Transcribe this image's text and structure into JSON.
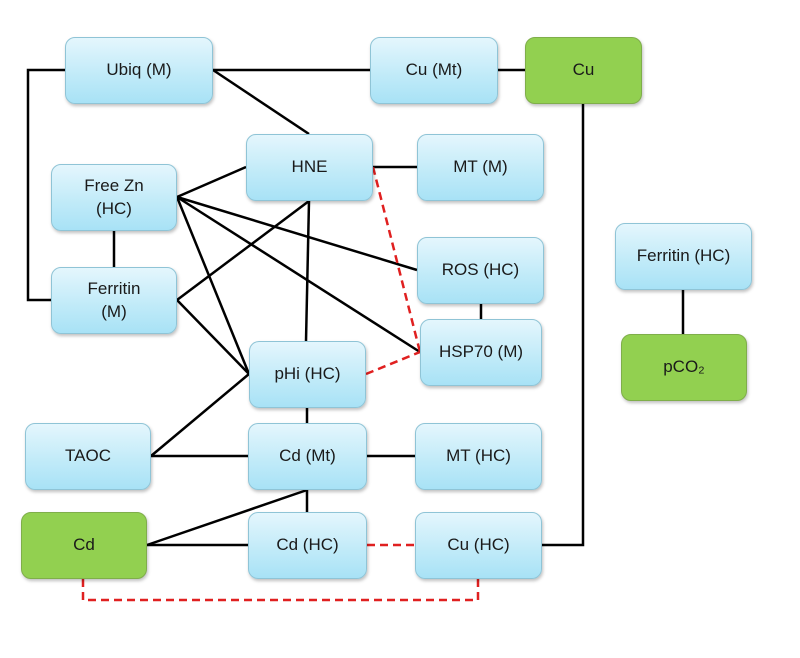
{
  "diagram": {
    "nodes": [
      {
        "id": "ubiq_m",
        "label": "Ubiq (M)",
        "type": "blue"
      },
      {
        "id": "cu_mt",
        "label": "Cu (Mt)",
        "type": "blue"
      },
      {
        "id": "cu",
        "label": "Cu",
        "type": "green"
      },
      {
        "id": "hne",
        "label": "HNE",
        "type": "blue"
      },
      {
        "id": "mt_m",
        "label": "MT (M)",
        "type": "blue"
      },
      {
        "id": "free_zn_hc",
        "label": "Free Zn (HC)",
        "type": "blue"
      },
      {
        "id": "ferritin_m",
        "label": "Ferritin (M)",
        "type": "blue"
      },
      {
        "id": "ros_hc",
        "label": "ROS (HC)",
        "type": "blue"
      },
      {
        "id": "hsp70_m",
        "label": "HSP70 (M)",
        "type": "blue"
      },
      {
        "id": "phi_hc",
        "label": "pHi (HC)",
        "type": "blue"
      },
      {
        "id": "ferritin_hc",
        "label": "Ferritin (HC)",
        "type": "blue"
      },
      {
        "id": "pco2",
        "label": "pCO₂",
        "type": "green"
      },
      {
        "id": "taoc",
        "label": "TAOC",
        "type": "blue"
      },
      {
        "id": "cd_mt",
        "label": "Cd (Mt)",
        "type": "blue"
      },
      {
        "id": "mt_hc",
        "label": "MT (HC)",
        "type": "blue"
      },
      {
        "id": "cd",
        "label": "Cd",
        "type": "green"
      },
      {
        "id": "cd_hc",
        "label": "Cd (HC)",
        "type": "blue"
      },
      {
        "id": "cu_hc",
        "label": "Cu (HC)",
        "type": "blue"
      }
    ],
    "edges": [
      {
        "from": "ubiq_m",
        "to": "cu_mt",
        "style": "solid"
      },
      {
        "from": "cu_mt",
        "to": "cu",
        "style": "solid"
      },
      {
        "from": "ubiq_m",
        "to": "hne",
        "style": "solid"
      },
      {
        "from": "ubiq_m",
        "to": "ferritin_m",
        "style": "solid"
      },
      {
        "from": "hne",
        "to": "mt_m",
        "style": "solid"
      },
      {
        "from": "free_zn_hc",
        "to": "ferritin_m",
        "style": "solid"
      },
      {
        "from": "free_zn_hc",
        "to": "hne",
        "style": "solid"
      },
      {
        "from": "free_zn_hc",
        "to": "phi_hc",
        "style": "solid"
      },
      {
        "from": "free_zn_hc",
        "to": "ros_hc",
        "style": "solid"
      },
      {
        "from": "free_zn_hc",
        "to": "hsp70_m",
        "style": "solid"
      },
      {
        "from": "ferritin_m",
        "to": "hne",
        "style": "solid"
      },
      {
        "from": "ferritin_m",
        "to": "phi_hc",
        "style": "solid"
      },
      {
        "from": "hne",
        "to": "phi_hc",
        "style": "solid"
      },
      {
        "from": "hne",
        "to": "hsp70_m",
        "style": "dashed"
      },
      {
        "from": "phi_hc",
        "to": "hsp70_m",
        "style": "dashed"
      },
      {
        "from": "ros_hc",
        "to": "hsp70_m",
        "style": "solid"
      },
      {
        "from": "taoc",
        "to": "phi_hc",
        "style": "solid"
      },
      {
        "from": "taoc",
        "to": "cd_mt",
        "style": "solid"
      },
      {
        "from": "phi_hc",
        "to": "cd_mt",
        "style": "solid"
      },
      {
        "from": "cd_mt",
        "to": "mt_hc",
        "style": "solid"
      },
      {
        "from": "cd_mt",
        "to": "cd_hc",
        "style": "solid"
      },
      {
        "from": "cd",
        "to": "cd_mt",
        "style": "solid"
      },
      {
        "from": "cd",
        "to": "cd_hc",
        "style": "solid"
      },
      {
        "from": "cd_hc",
        "to": "cu_hc",
        "style": "dashed"
      },
      {
        "from": "cd",
        "to": "cu_hc",
        "style": "dashed"
      },
      {
        "from": "cu",
        "to": "cu_hc",
        "style": "solid"
      },
      {
        "from": "ferritin_hc",
        "to": "pco2",
        "style": "solid"
      }
    ],
    "colors": {
      "node_blue": "#bfeaf8",
      "node_green": "#92d050",
      "edge_solid": "#000000",
      "edge_dashed": "#e02020"
    }
  }
}
